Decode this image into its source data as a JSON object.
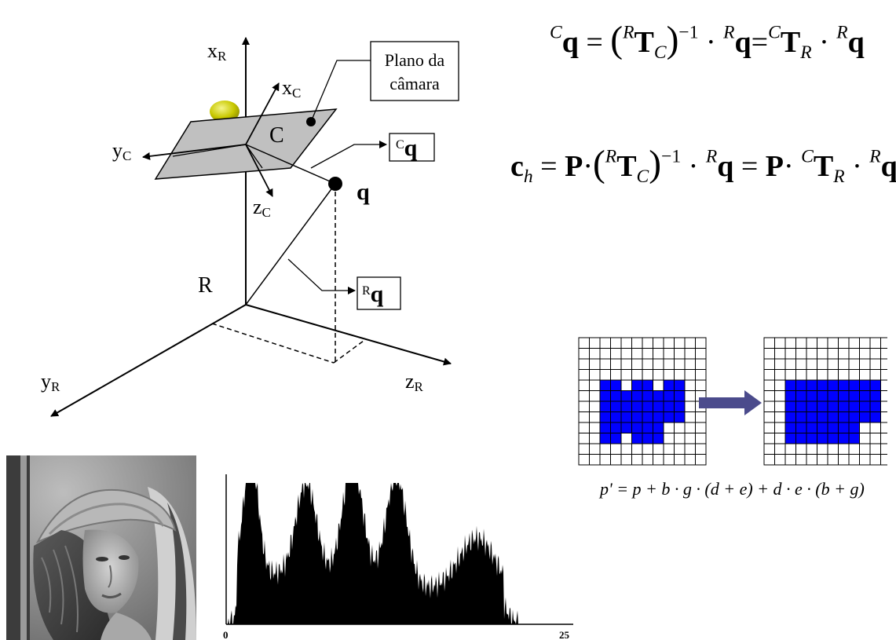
{
  "diagram": {
    "axis_labels": {
      "xR": {
        "base": "x",
        "sub": "R"
      },
      "yR": {
        "base": "y",
        "sub": "R"
      },
      "zR": {
        "base": "z",
        "sub": "R"
      },
      "xC": {
        "base": "x",
        "sub": "C"
      },
      "yC": {
        "base": "y",
        "sub": "C"
      },
      "zC": {
        "base": "z",
        "sub": "C"
      }
    },
    "origin_label": "R",
    "camera_label": "C",
    "point_label": "q",
    "plane_box": {
      "line1": "Plano da",
      "line2": "câmara"
    },
    "cq_box": {
      "sup": "C",
      "base": "q"
    },
    "rq_box": {
      "sup": "R",
      "base": "q"
    }
  },
  "equations": {
    "eq1": {
      "lhs_sup": "C",
      "lhs": "q",
      "sup_R": "R",
      "T": "T",
      "sub_C": "C",
      "exp": "−1",
      "dot": "·",
      "sup_R2": "R",
      "q": "q",
      "eq": "=",
      "sup_C": "C",
      "sub_R": "R"
    },
    "eq2": {
      "c": "c",
      "sub_h": "h",
      "P": "P",
      "sup_R": "R",
      "T": "T",
      "sub_C": "C",
      "exp": "−1",
      "sup_C": "C",
      "sub_R": "R",
      "q": "q"
    },
    "formula": "p' = p + b · g · (d + e) + d · e · (b + g)"
  },
  "colors": {
    "plane_fill": "#c0c0c0",
    "camera_lens": "#c8c800",
    "pixel_fill": "#0000ff",
    "arrow_fill": "#4b4b8c"
  },
  "histogram": {
    "tick_start": "0",
    "tick_end_partial": "25"
  },
  "pixel_grids": {
    "size": 12,
    "before_cells": [
      [
        4,
        2
      ],
      [
        4,
        3
      ],
      [
        4,
        5
      ],
      [
        4,
        6
      ],
      [
        4,
        8
      ],
      [
        4,
        9
      ],
      [
        5,
        2
      ],
      [
        5,
        3
      ],
      [
        5,
        4
      ],
      [
        5,
        5
      ],
      [
        5,
        6
      ],
      [
        5,
        7
      ],
      [
        5,
        8
      ],
      [
        5,
        9
      ],
      [
        6,
        2
      ],
      [
        6,
        3
      ],
      [
        6,
        4
      ],
      [
        6,
        5
      ],
      [
        6,
        6
      ],
      [
        6,
        7
      ],
      [
        6,
        8
      ],
      [
        6,
        9
      ],
      [
        7,
        2
      ],
      [
        7,
        3
      ],
      [
        7,
        4
      ],
      [
        7,
        5
      ],
      [
        7,
        6
      ],
      [
        7,
        7
      ],
      [
        7,
        8
      ],
      [
        7,
        9
      ],
      [
        8,
        2
      ],
      [
        8,
        3
      ],
      [
        8,
        4
      ],
      [
        8,
        5
      ],
      [
        8,
        6
      ],
      [
        8,
        7
      ],
      [
        9,
        2
      ],
      [
        9,
        3
      ],
      [
        9,
        5
      ],
      [
        9,
        6
      ],
      [
        9,
        7
      ]
    ],
    "after_cells": [
      [
        4,
        2
      ],
      [
        4,
        3
      ],
      [
        4,
        4
      ],
      [
        4,
        5
      ],
      [
        4,
        6
      ],
      [
        4,
        7
      ],
      [
        4,
        8
      ],
      [
        4,
        9
      ],
      [
        4,
        10
      ],
      [
        5,
        2
      ],
      [
        5,
        3
      ],
      [
        5,
        4
      ],
      [
        5,
        5
      ],
      [
        5,
        6
      ],
      [
        5,
        7
      ],
      [
        5,
        8
      ],
      [
        5,
        9
      ],
      [
        5,
        10
      ],
      [
        6,
        2
      ],
      [
        6,
        3
      ],
      [
        6,
        4
      ],
      [
        6,
        5
      ],
      [
        6,
        6
      ],
      [
        6,
        7
      ],
      [
        6,
        8
      ],
      [
        6,
        9
      ],
      [
        6,
        10
      ],
      [
        7,
        2
      ],
      [
        7,
        3
      ],
      [
        7,
        4
      ],
      [
        7,
        5
      ],
      [
        7,
        6
      ],
      [
        7,
        7
      ],
      [
        7,
        8
      ],
      [
        7,
        9
      ],
      [
        7,
        10
      ],
      [
        8,
        2
      ],
      [
        8,
        3
      ],
      [
        8,
        4
      ],
      [
        8,
        5
      ],
      [
        8,
        6
      ],
      [
        8,
        7
      ],
      [
        8,
        8
      ],
      [
        9,
        2
      ],
      [
        9,
        3
      ],
      [
        9,
        4
      ],
      [
        9,
        5
      ],
      [
        9,
        6
      ],
      [
        9,
        7
      ],
      [
        9,
        8
      ]
    ]
  }
}
